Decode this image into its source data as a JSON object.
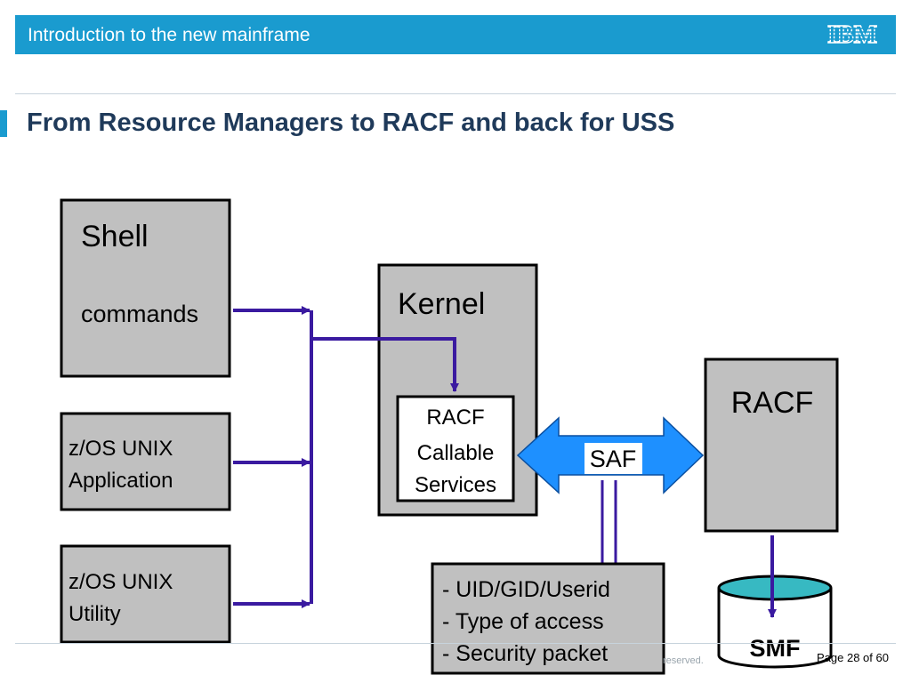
{
  "header": {
    "title": "Introduction to the new mainframe",
    "logo_text": "IBM",
    "bar_color": "#1a9bcf"
  },
  "slide": {
    "title": "From Resource Managers to RACF and back for USS"
  },
  "diagram": {
    "shell_box": {
      "title": "Shell",
      "subtitle": "commands"
    },
    "unix_app_box": {
      "line1": "z/OS UNIX",
      "line2": "Application"
    },
    "unix_utility_box": {
      "line1": "z/OS UNIX",
      "line2": "Utility"
    },
    "kernel_box": {
      "title": "Kernel"
    },
    "racf_callable_box": {
      "line1": "RACF",
      "line2": "Callable",
      "line3": "Services"
    },
    "saf_label": "SAF",
    "racf_box": {
      "title": "RACF"
    },
    "info_box": {
      "lines": [
        "- UID/GID/Userid",
        "- Type of access",
        "- Security packet"
      ]
    },
    "smf_label": "SMF",
    "colors": {
      "box_fill": "#c0c0c0",
      "arrow": "#3a1aa0",
      "saf_arrow": "#1e90ff",
      "smf_cylinder": "#37b9c2"
    }
  },
  "footer": {
    "copyright_fragment": "reserved.",
    "page_label": "Page 28 of 60"
  }
}
